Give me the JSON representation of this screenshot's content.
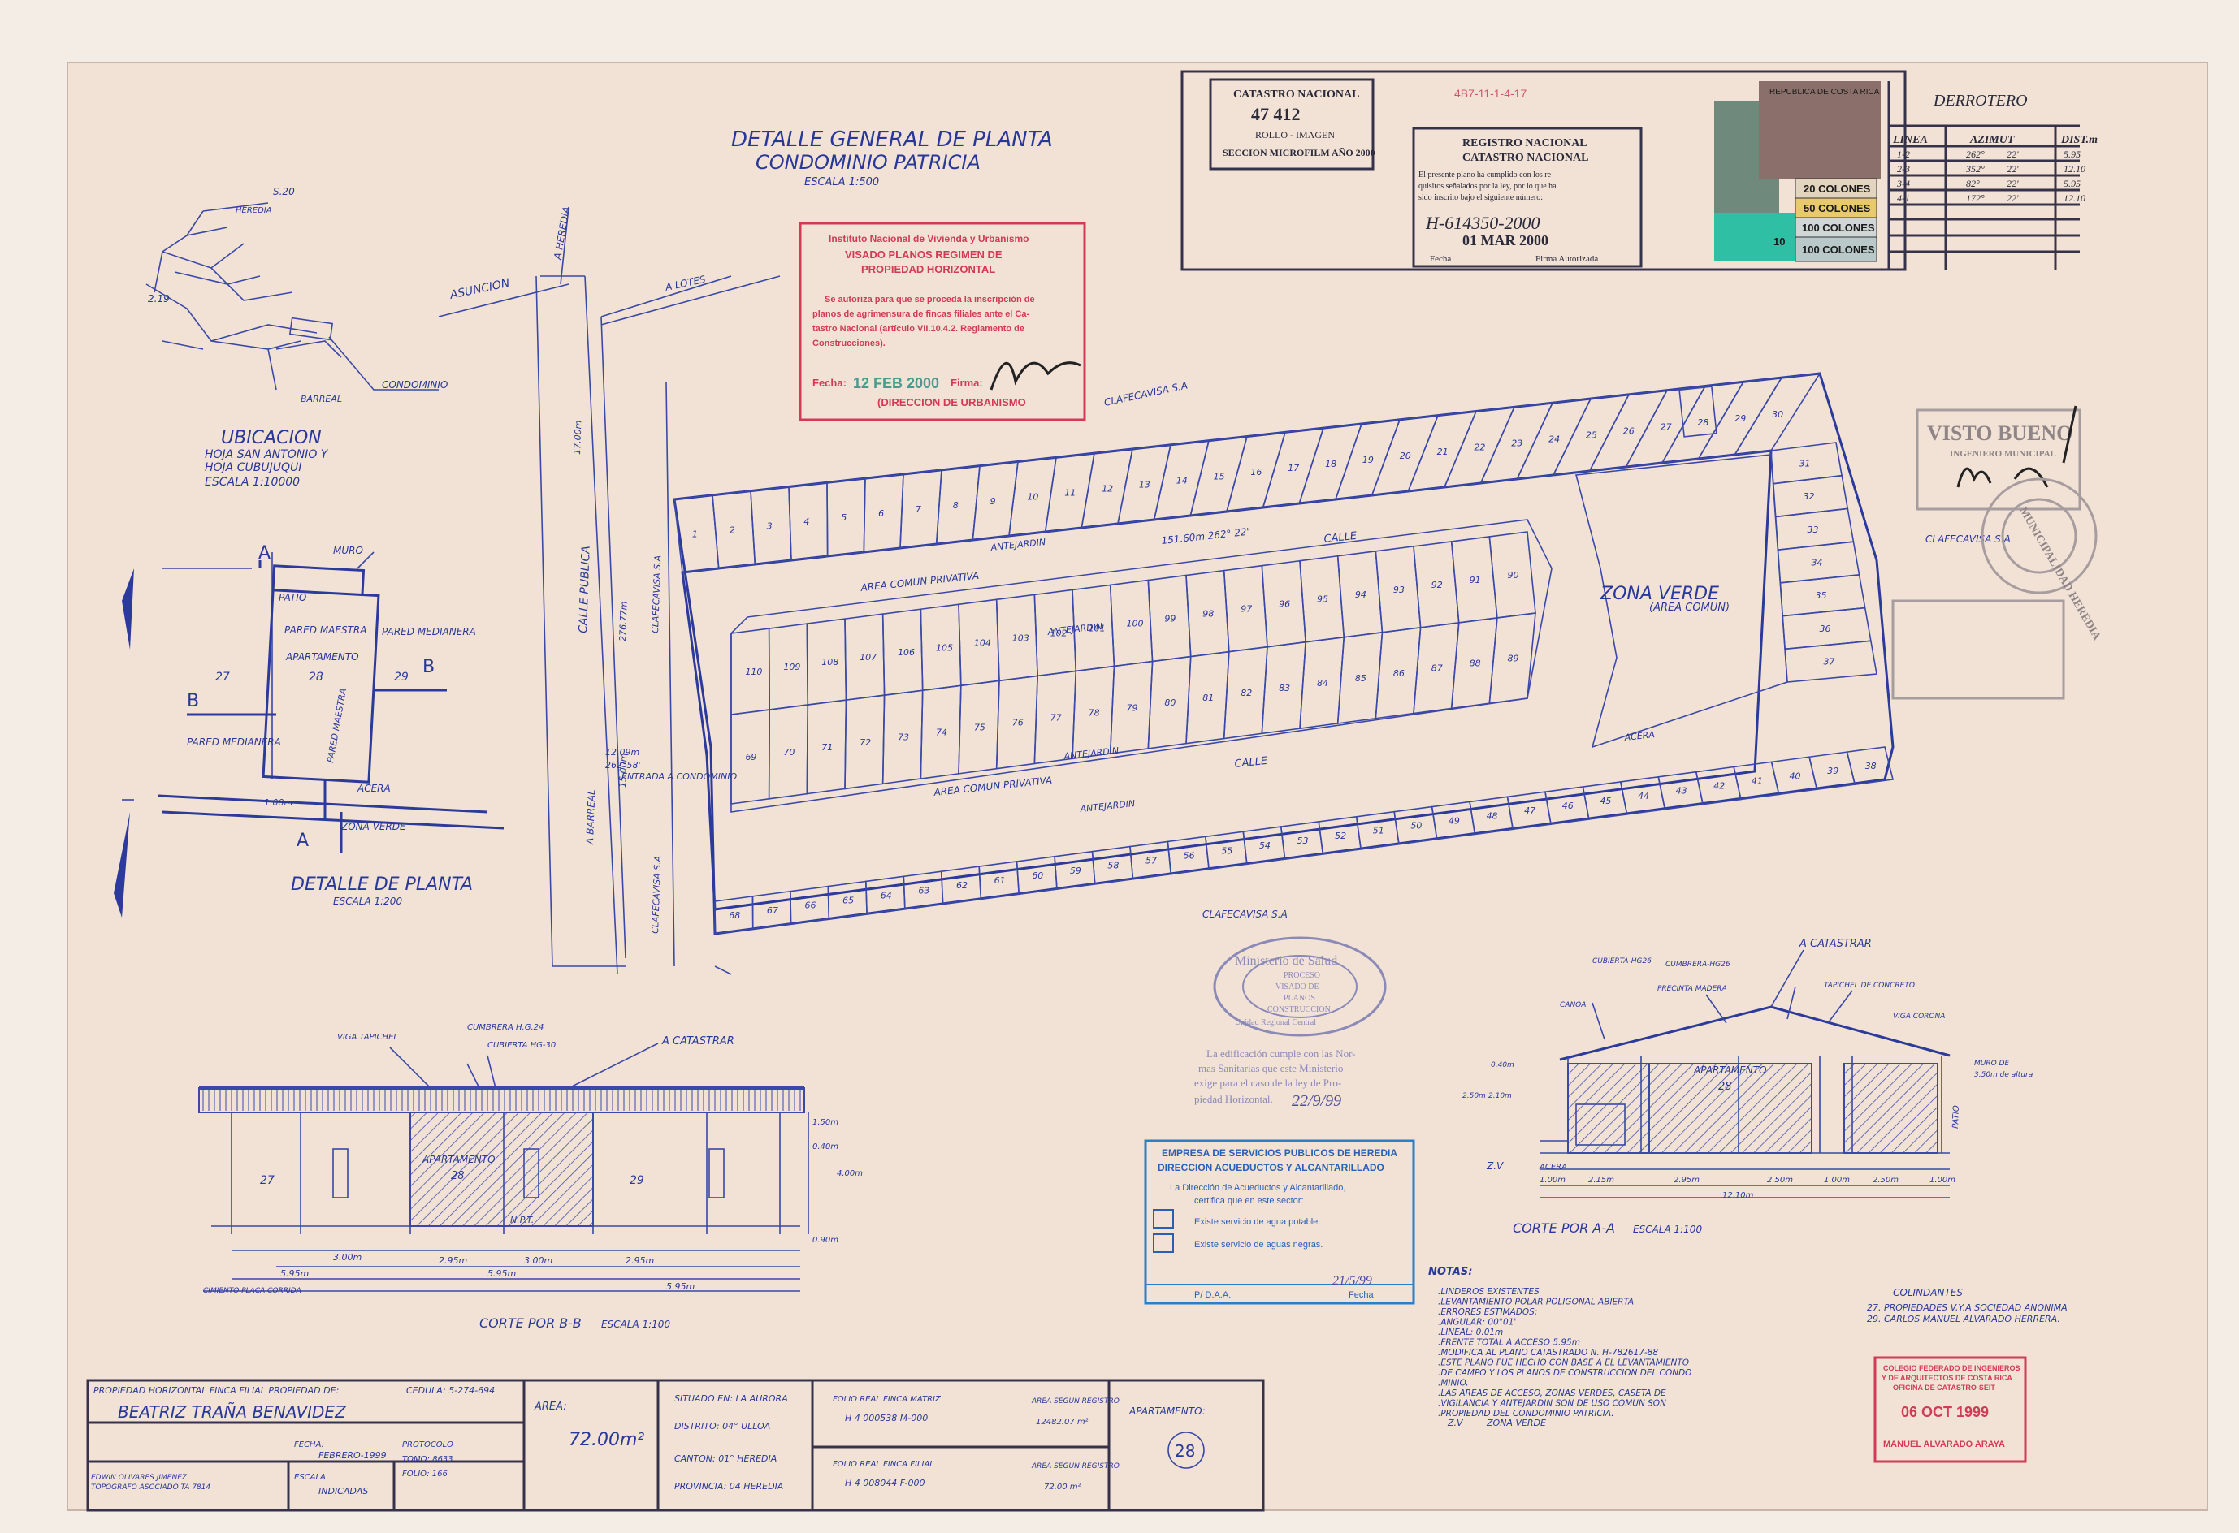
{
  "title": {
    "line1": "DETALLE GENERAL DE PLANTA",
    "line2": "CONDOMINIO PATRICIA",
    "scale": "ESCALA 1:500"
  },
  "location_map": {
    "title": "UBICACION",
    "line1": "HOJA SAN ANTONIO Y",
    "line2": "HOJA CUBUJUQUI",
    "scale": "ESCALA 1:10000",
    "labels": [
      "CONDOMINIO",
      "BARREAL",
      "HEREDIA",
      "2.19",
      "S.20"
    ]
  },
  "streets": {
    "asuncion": "ASUNCION",
    "heredia": "A HEREDIA",
    "lotes": "A LOTES",
    "calle_publica": "CALLE PUBLICA",
    "barreal": "A BARREAL",
    "clafecavisa": "CLAFECAVISA S.A",
    "dist1": "17.00m",
    "dist2": "276.77m",
    "dist3": "15.00m"
  },
  "site": {
    "zona_verde": "ZONA VERDE",
    "area_comun": "(AREA COMUN)",
    "calle": "CALLE",
    "antejardin": "ANTEJARDIN",
    "area_comun_privativa": "AREA COMUN PRIVATIVA",
    "acera": "ACERA",
    "entrada": "ENTRADA A CONDOMINIO",
    "bearing": "151.60m   262° 22'",
    "dim_a": "12.09m",
    "dim_b": "262°58'",
    "top_row": [
      "1",
      "2",
      "3",
      "4",
      "5",
      "6",
      "7",
      "8",
      "9",
      "10",
      "11",
      "12",
      "13",
      "14",
      "15",
      "16",
      "17",
      "18",
      "19",
      "20",
      "21",
      "22",
      "23",
      "24",
      "25",
      "26",
      "27",
      "28",
      "29",
      "30"
    ],
    "right_col": [
      "31",
      "32",
      "33",
      "34",
      "35",
      "36",
      "37"
    ],
    "bottom_row": [
      "38",
      "39",
      "40",
      "41",
      "42",
      "43",
      "44",
      "45",
      "46",
      "47",
      "48",
      "49",
      "50",
      "51",
      "52",
      "53",
      "54",
      "55",
      "56",
      "57",
      "58",
      "59",
      "60",
      "61",
      "62",
      "63",
      "64",
      "65",
      "66",
      "67",
      "68"
    ],
    "inner_top": [
      "110",
      "109",
      "108",
      "107",
      "106",
      "105",
      "104",
      "103",
      "102",
      "101",
      "100",
      "99",
      "98",
      "97",
      "96",
      "95",
      "94",
      "93",
      "92",
      "91",
      "90"
    ],
    "inner_mid": [
      "89",
      "88",
      "87",
      "86",
      "85",
      "84",
      "83",
      "82",
      "81",
      "80",
      "79",
      "78",
      "77",
      "76",
      "75",
      "74",
      "73",
      "72",
      "71",
      "70",
      "69"
    ]
  },
  "detalle_planta": {
    "title": "DETALLE DE PLANTA",
    "scale": "ESCALA 1:200",
    "patio": "PATIO",
    "muro": "MURO",
    "pared_maestra": "PARED MAESTRA",
    "pared_medianera": "PARED MEDIANERA",
    "apartamento": "APARTAMENTO",
    "num": "28",
    "left": "27",
    "right": "29",
    "acera": "ACERA",
    "zona_verde": "ZONA VERDE",
    "dim": "1.00m",
    "cut_a": "A",
    "cut_b": "B"
  },
  "derrotero": {
    "title": "DERROTERO",
    "headers": [
      "LINEA",
      "AZIMUT",
      "DIST.m"
    ],
    "rows": [
      [
        "1-2",
        "262°",
        "22'",
        "5.95"
      ],
      [
        "2-3",
        "352°",
        "22'",
        "12.10"
      ],
      [
        "3-4",
        "82°",
        "22'",
        "5.95"
      ],
      [
        "4-1",
        "172°",
        "22'",
        "12.10"
      ]
    ]
  },
  "stamps": {
    "catastro": {
      "l1": "CATASTRO NACIONAL",
      "l2": "47 412",
      "l3": "ROLLO - IMAGEN",
      "l4": "SECCION MICROFILM AÑO 2000"
    },
    "plan_no": "4B7-11-1-4-17",
    "registro": {
      "l1": "REGISTRO NACIONAL",
      "l2": "CATASTRO NACIONAL",
      "l3": "El presente plano ha cumplido con los re-",
      "l4": "quisitos señalados por la ley, por lo que ha",
      "l5": "sido inscrito bajo el siguiente número:",
      "num": "H-614350-2000",
      "date": "01 MAR 2000",
      "fecha": "Fecha",
      "firma": "Firma Autorizada"
    },
    "invu": {
      "l1": "Instituto Nacional de Vivienda y Urbanismo",
      "l2": "VISADO PLANOS REGIMEN DE",
      "l3": "PROPIEDAD HORIZONTAL",
      "l4": "Se autoriza para que se proceda la inscripción de",
      "l5": "planos de agrimensura de fincas filiales ante el Ca-",
      "l6": "tastro Nacional (artículo VII.10.4.2. Reglamento de",
      "l7": "Construcciones).",
      "fecha": "Fecha:",
      "date": "12 FEB 2000",
      "firma": "Firma:",
      "l8": "(DIRECCION DE URBANISMO"
    },
    "visto_bueno": {
      "l1": "VISTO BUENO",
      "l2": "INGENIERO MUNICIPAL"
    },
    "municipal": "MUNICIPALIDAD HEREDIA",
    "salud": {
      "l1": "Ministerio de Salud",
      "l2": "PROCESO",
      "l3": "VISADO DE",
      "l4": "PLANOS",
      "l5": "CONSTRUCCION",
      "l6": "Unidad Regional Central",
      "l7": "La edificación cumple con las Nor-",
      "l8": "mas Sanitarias que este Ministerio",
      "l9": "exige para el caso de la ley de Pro-",
      "l10": "piedad Horizontal.",
      "date": "22/9/99"
    },
    "esph": {
      "l1": "EMPRESA DE SERVICIOS PUBLICOS DE HEREDIA",
      "l2": "DIRECCION ACUEDUCTOS Y ALCANTARILLADO",
      "l3": "La Dirección de Acueductos y Alcantarillado,",
      "l4": "certifica que en este sector:",
      "l5": "Existe servicio de agua potable.",
      "l6": "Existe servicio de aguas negras.",
      "l7": "P/ D.A.A.",
      "l8": "Fecha",
      "date": "21/5/99"
    },
    "colegio": {
      "l1": "COLEGIO FEDERADO DE INGENIEROS",
      "l2": "Y DE ARQUITECTOS DE COSTA RICA",
      "l3": "OFICINA DE CATASTRO-SEIT",
      "date": "06 OCT 1999",
      "name": "MANUEL ALVARADO ARAYA"
    },
    "timbres": {
      "rep": "REPUBLICA DE COSTA RICA",
      "c20": "20 COLONES",
      "c50": "50 COLONES",
      "c100a": "100 COLONES",
      "c100b": "100 COLONES",
      "c10": "10"
    }
  },
  "corte_bb": {
    "title": "CORTE POR B-B",
    "scale": "ESCALA 1:100",
    "apto": "APARTAMENTO",
    "num": "28",
    "left": "27",
    "right": "29",
    "npt": "N.P.T.",
    "cumbrera": "CUMBRERA H.G.24",
    "cubierta": "CUBIERTA HG-30",
    "viga": "VIGA TAPICHEL",
    "catastrar": "A CATASTRAR",
    "cimiento": "CIMIENTO PLACA CORRIDA",
    "dims": [
      "3.00m",
      "2.95m",
      "3.00m",
      "2.95m"
    ],
    "totals": [
      "5.95m",
      "5.95m",
      "5.95m"
    ],
    "heights": [
      "1.50m",
      "0.40m",
      "4.00m",
      "0.90m"
    ]
  },
  "corte_aa": {
    "title": "CORTE POR A-A",
    "scale": "ESCALA 1:100",
    "apto": "APARTAMENTO",
    "num": "28",
    "catastrar": "A CATASTRAR",
    "cubierta": "CUBIERTA-HG26",
    "cumbrera": "CUMBRERA-HG26",
    "precinta": "PRECINTA MADERA",
    "tapichel": "TAPICHEL DE CONCRETO",
    "canoa": "CANOA",
    "viga": "VIGA CORONA",
    "muro": "MURO DE",
    "muro2": "3.50m de altura",
    "patio": "PATIO",
    "acera": "ACERA",
    "zv": "Z.V",
    "dims": [
      "1.00m",
      "2.15m",
      "2.95m",
      "2.50m",
      "1.00m",
      "2.50m",
      "1.00m"
    ],
    "total": "12.10m",
    "heights": [
      "0.40m",
      "2.50m",
      "2.10m"
    ]
  },
  "notas": {
    "title": "NOTAS:",
    "items": [
      "LINDEROS EXISTENTES",
      "LEVANTAMIENTO POLAR POLIGONAL ABIERTA",
      "ERRORES ESTIMADOS:",
      "ANGULAR: 00°01'",
      "LINEAL: 0.01m",
      "FRENTE TOTAL A ACCESO 5.95m",
      "MODIFICA AL PLANO CATASTRADO N. H-782617-88",
      "ESTE PLANO FUE HECHO CON BASE A EL LEVANTAMIENTO",
      "DE CAMPO Y LOS PLANOS DE CONSTRUCCION DEL CONDO",
      "MINIO.",
      "LAS AREAS DE ACCESO, ZONAS VERDES, CASETA DE",
      "VIGILANCIA Y ANTEJARDIN SON DE USO COMUN SON",
      "PROPIEDAD DEL CONDOMINIO PATRICIA."
    ],
    "zv": "Z.V",
    "zv_label": "ZONA VERDE"
  },
  "colindantes": {
    "title": "COLINDANTES",
    "l1": "27. PROPIEDADES V.Y.A SOCIEDAD ANONIMA",
    "l2": "29. CARLOS MANUEL ALVARADO HERRERA."
  },
  "title_block": {
    "owner_label": "PROPIEDAD HORIZONTAL FINCA FILIAL PROPIEDAD DE:",
    "cedula": "CEDULA: 5-274-694",
    "owner": "BEATRIZ TRAÑA BENAVIDEZ",
    "surveyor": "EDWIN OLIVARES JIMENEZ",
    "surveyor_role": "TOPOGRAFO ASOCIADO TA 7814",
    "fecha_label": "FECHA:",
    "fecha": "FEBRERO-1999",
    "escala_label": "ESCALA",
    "escala": "INDICADAS",
    "protocolo": "PROTOCOLO",
    "tomo": "TOMO: 8633",
    "folio": "FOLIO: 166",
    "area_label": "AREA:",
    "area": "72.00m²",
    "situado": "SITUADO EN: LA AURORA",
    "distrito": "DISTRITO: 04° ULLOA",
    "canton": "CANTON: 01° HEREDIA",
    "provincia": "PROVINCIA: 04 HEREDIA",
    "folio_matriz": "FOLIO REAL FINCA MATRIZ",
    "matriz_no": "H 4 000538 M-000",
    "area_reg1": "AREA SEGUN REGISTRO",
    "area_reg1_v": "12482.07 m²",
    "folio_filial": "FOLIO REAL FINCA FILIAL",
    "filial_no": "H 4 008044 F-000",
    "area_reg2": "AREA SEGUN REGISTRO",
    "area_reg2_v": "72.00 m²",
    "apto_label": "APARTAMENTO:",
    "apto": "28"
  }
}
